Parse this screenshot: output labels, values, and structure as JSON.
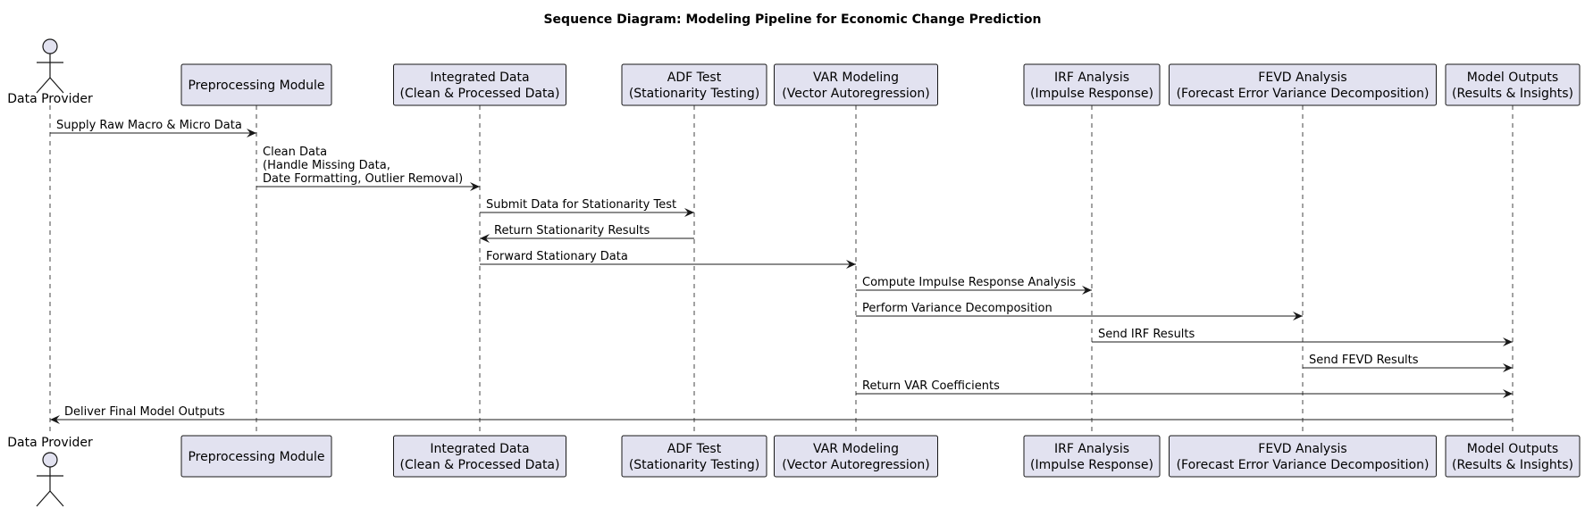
{
  "title": "Sequence Diagram: Modeling Pipeline for Economic Change Prediction",
  "colors": {
    "box_fill": "#e2e2f0",
    "box_stroke": "#181818",
    "line": "#181818"
  },
  "participants": [
    {
      "id": "provider",
      "kind": "actor",
      "lines": [
        "Data Provider"
      ]
    },
    {
      "id": "preprocess",
      "kind": "box",
      "lines": [
        "Preprocessing Module"
      ]
    },
    {
      "id": "integrated",
      "kind": "box",
      "lines": [
        "Integrated Data",
        "(Clean & Processed Data)"
      ]
    },
    {
      "id": "adf",
      "kind": "box",
      "lines": [
        "ADF Test",
        "(Stationarity Testing)"
      ]
    },
    {
      "id": "var",
      "kind": "box",
      "lines": [
        "VAR Modeling",
        "(Vector Autoregression)"
      ]
    },
    {
      "id": "irf",
      "kind": "box",
      "lines": [
        "IRF Analysis",
        "(Impulse Response)"
      ]
    },
    {
      "id": "fevd",
      "kind": "box",
      "lines": [
        "FEVD Analysis",
        "(Forecast Error Variance Decomposition)"
      ]
    },
    {
      "id": "outputs",
      "kind": "box",
      "lines": [
        "Model Outputs",
        "(Results & Insights)"
      ]
    }
  ],
  "messages": [
    {
      "from": "provider",
      "to": "preprocess",
      "lines": [
        "Supply Raw Macro & Micro Data"
      ]
    },
    {
      "from": "preprocess",
      "to": "integrated",
      "lines": [
        "Clean Data",
        "(Handle Missing Data,",
        "Date Formatting, Outlier Removal)"
      ]
    },
    {
      "from": "integrated",
      "to": "adf",
      "lines": [
        "Submit Data for Stationarity Test"
      ]
    },
    {
      "from": "adf",
      "to": "integrated",
      "lines": [
        "Return Stationarity Results"
      ]
    },
    {
      "from": "integrated",
      "to": "var",
      "lines": [
        "Forward Stationary Data"
      ]
    },
    {
      "from": "var",
      "to": "irf",
      "lines": [
        "Compute Impulse Response Analysis"
      ]
    },
    {
      "from": "var",
      "to": "fevd",
      "lines": [
        "Perform Variance Decomposition"
      ]
    },
    {
      "from": "irf",
      "to": "outputs",
      "lines": [
        "Send IRF Results"
      ]
    },
    {
      "from": "fevd",
      "to": "outputs",
      "lines": [
        "Send FEVD Results"
      ]
    },
    {
      "from": "var",
      "to": "outputs",
      "lines": [
        "Return VAR Coefficients"
      ]
    },
    {
      "from": "outputs",
      "to": "provider",
      "lines": [
        "Deliver Final Model Outputs"
      ]
    }
  ]
}
